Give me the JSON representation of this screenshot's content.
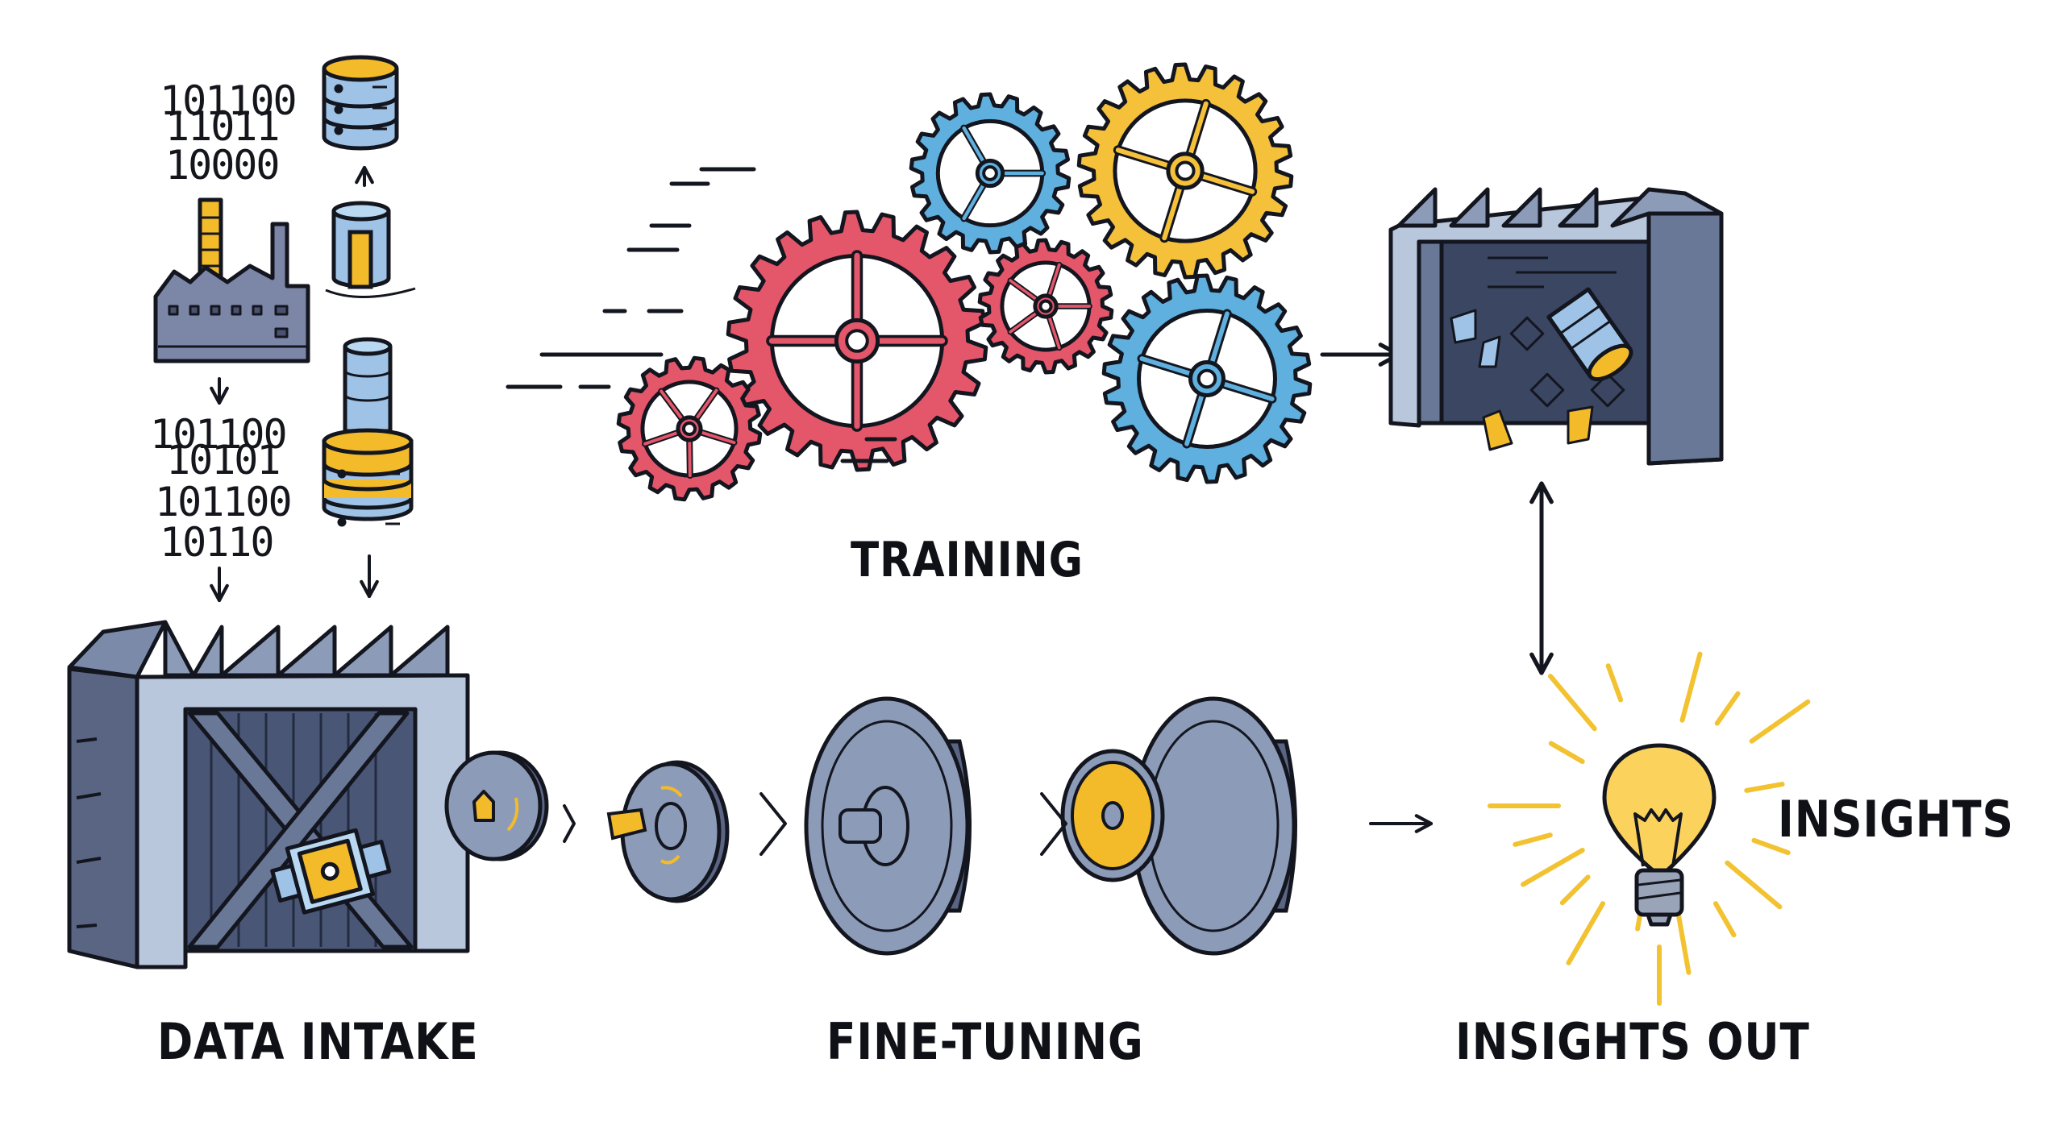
{
  "diagram": {
    "type": "process-flow",
    "stages": [
      {
        "id": "data_intake",
        "label": "DATA INTAKE"
      },
      {
        "id": "training",
        "label": "TRAINING"
      },
      {
        "id": "fine_tuning",
        "label": "FINE-TUNING"
      },
      {
        "id": "insights_out",
        "label": "INSIGHTS OUT"
      }
    ],
    "side_label": "INSIGHTS",
    "binary_top": [
      "101100",
      "11011",
      "10000"
    ],
    "binary_bottom": [
      "101100",
      "10101",
      "101100",
      "10110"
    ],
    "icons": {
      "source_factory": "factory-icon",
      "databases": "database-icon",
      "intake_gate": "warehouse-gate-icon",
      "training_gears": "gears-icon",
      "processing_bin": "processing-bin-icon",
      "finetune_discs": "flywheel-icon",
      "insight_bulb": "lightbulb-icon"
    },
    "connections": [
      {
        "from": "binary_top",
        "to": "binary_bottom",
        "kind": "arrow-down"
      },
      {
        "from": "cylinder",
        "to": "database_top",
        "kind": "arrow-up"
      },
      {
        "from": "binary_bottom",
        "to": "data_intake",
        "kind": "arrow-down"
      },
      {
        "from": "database_stack",
        "to": "data_intake",
        "kind": "arrow-down"
      },
      {
        "from": "training",
        "to": "processing_bin",
        "kind": "arrow-right"
      },
      {
        "from": "processing_bin",
        "to": "insights_out",
        "kind": "arrow-bidirectional"
      },
      {
        "from": "data_intake",
        "to": "fine_tuning",
        "kind": "chevron-right"
      },
      {
        "from": "fine_tuning",
        "to": "insights_out",
        "kind": "arrow-right"
      }
    ]
  },
  "colors": {
    "outline": "#14161f",
    "steel_dark": "#5a6584",
    "steel_mid": "#8c9bb8",
    "steel_light": "#b9c7dc",
    "navy_fill": "#3a4662",
    "gold": "#f3bb2a",
    "gear_red": "#e4566a",
    "gear_blue": "#5fb0de",
    "gear_yellow": "#f5c13a",
    "db_blue": "#9ec3e6",
    "ray_yellow": "#f2c230",
    "bulb_fill": "#fbd35c",
    "background": "#ffffff"
  }
}
